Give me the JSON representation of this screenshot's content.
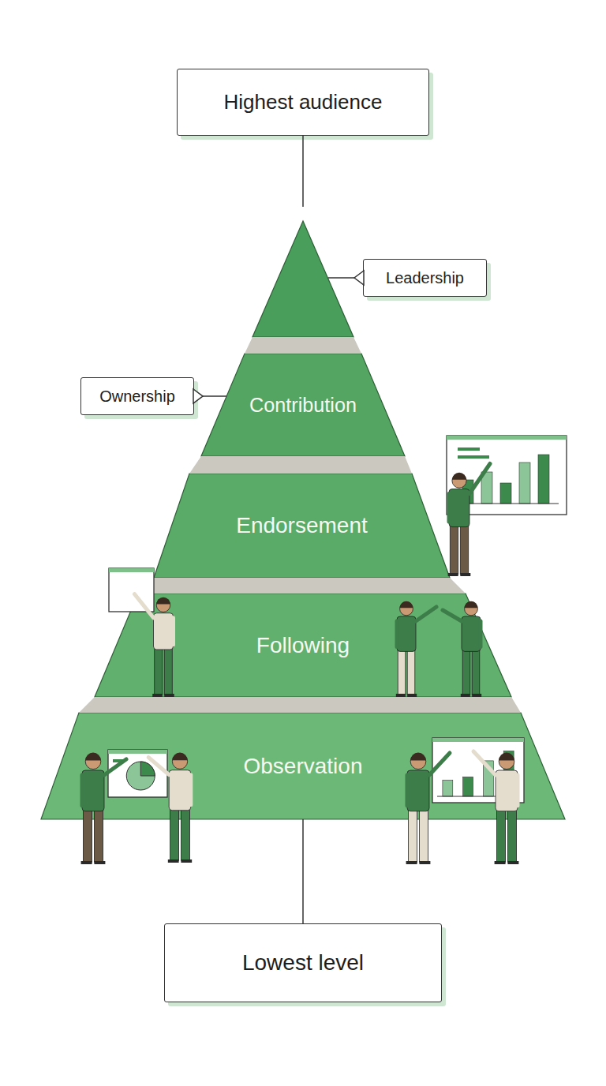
{
  "diagram": {
    "nodes": [
      {
        "text": [
          "Highest audience"
        ]
      },
      {
        "text": [
          "Leadership"
        ]
      },
      {
        "text": [
          "Ownership"
        ]
      },
      {
        "text": [
          "Contribution"
        ]
      },
      {
        "text": [
          "Endorsement"
        ]
      },
      {
        "text": [
          "Following"
        ]
      },
      {
        "text": [
          "Observation"
        ]
      },
      {
        "text": [
          "Lowest level"
        ]
      }
    ],
    "edges": [
      {
        "from": 2,
        "to": 3,
        "arrow": "none"
      },
      {
        "from": 6,
        "to": 7,
        "arrow": "none"
      }
    ]
  }
}
